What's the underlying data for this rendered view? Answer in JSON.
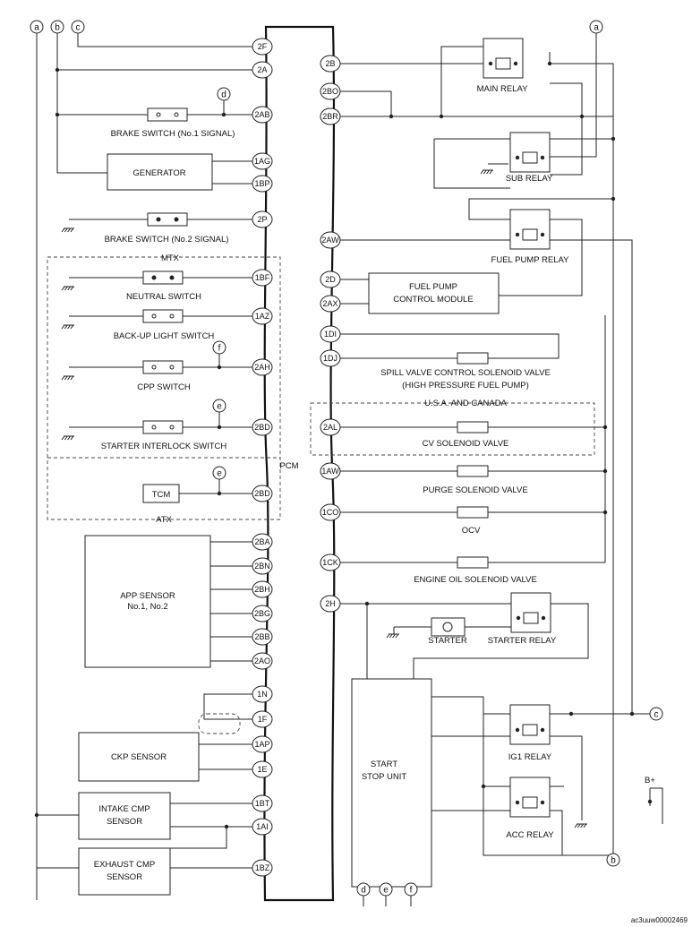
{
  "pcm": {
    "label": "PCM"
  },
  "connectors": {
    "left": [
      "2F",
      "2A",
      "2AB",
      "1AG",
      "1BP",
      "2P",
      "1BF",
      "1AZ",
      "2AH",
      "2BD",
      "2BD",
      "2BA",
      "2BN",
      "2BH",
      "2BG",
      "2BB",
      "2AO",
      "1N",
      "1F",
      "1AP",
      "1E",
      "1BT",
      "1AI",
      "1BZ"
    ],
    "right": [
      "2B",
      "2BO",
      "2BR",
      "2AW",
      "2D",
      "2AX",
      "1DI",
      "1DJ",
      "2AL",
      "1AW",
      "1CO",
      "1CK",
      "2H"
    ]
  },
  "components": {
    "brake_switch_1": "BRAKE SWITCH (No.1 SIGNAL)",
    "generator": "GENERATOR",
    "brake_switch_2": "BRAKE SWITCH (No.2 SIGNAL)",
    "mtx": "MTX",
    "neutral_switch": "NEUTRAL SWITCH",
    "backup_light_switch": "BACK-UP LIGHT SWITCH",
    "cpp_switch": "CPP SWITCH",
    "starter_interlock_switch": "STARTER INTERLOCK SWITCH",
    "tcm": "TCM",
    "atx": "ATX",
    "app_sensor_l1": "APP SENSOR",
    "app_sensor_l2": "No.1, No.2",
    "ckp_sensor": "CKP SENSOR",
    "intake_cmp_l1": "INTAKE CMP",
    "intake_cmp_l2": "SENSOR",
    "exhaust_cmp_l1": "EXHAUST CMP",
    "exhaust_cmp_l2": "SENSOR",
    "main_relay": "MAIN RELAY",
    "sub_relay": "SUB RELAY",
    "fuel_pump_relay": "FUEL PUMP RELAY",
    "fuel_pump_module_l1": "FUEL PUMP",
    "fuel_pump_module_l2": "CONTROL MODULE",
    "spill_valve_l1": "SPILL VALVE CONTROL SOLENOID VALVE",
    "spill_valve_l2": "(HIGH PRESSURE FUEL PUMP)",
    "usa_canada": "U.S.A. AND CANADA",
    "cv_solenoid": "CV SOLENOID VALVE",
    "purge_solenoid": "PURGE SOLENOID VALVE",
    "ocv": "OCV",
    "engine_oil_solenoid": "ENGINE OIL SOLENOID VALVE",
    "starter": "STARTER",
    "starter_relay": "STARTER RELAY",
    "start_stop_l1": "START",
    "start_stop_l2": "STOP UNIT",
    "ig1_relay": "IG1 RELAY",
    "acc_relay": "ACC RELAY",
    "b_plus": "B+"
  },
  "refs": {
    "a": "a",
    "b": "b",
    "c": "c",
    "d": "d",
    "e": "e",
    "f": "f"
  },
  "footer": {
    "code": "ac3uuw00002469"
  }
}
